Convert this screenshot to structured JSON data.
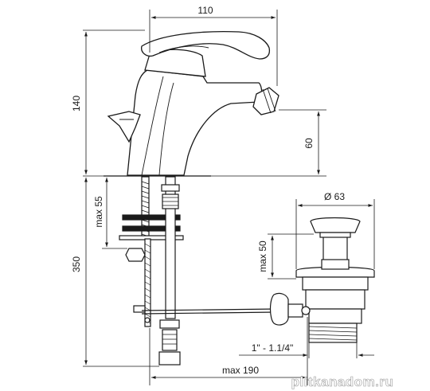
{
  "dimensions": {
    "spout_reach": "110",
    "body_height": "140",
    "outlet_height": "60",
    "mount_clamp_range": "max 55",
    "supply_length": "350",
    "waste_diameter": "Ø 63",
    "pop_up_stroke": "max 50",
    "waste_thread": "1\" - 1.1/4\"",
    "rod_length": "max 190"
  },
  "watermark": "plitkanadom.ru",
  "colors": {
    "line": "#1a1a1a",
    "gasket": "#1a1a1a",
    "background": "#ffffff"
  }
}
